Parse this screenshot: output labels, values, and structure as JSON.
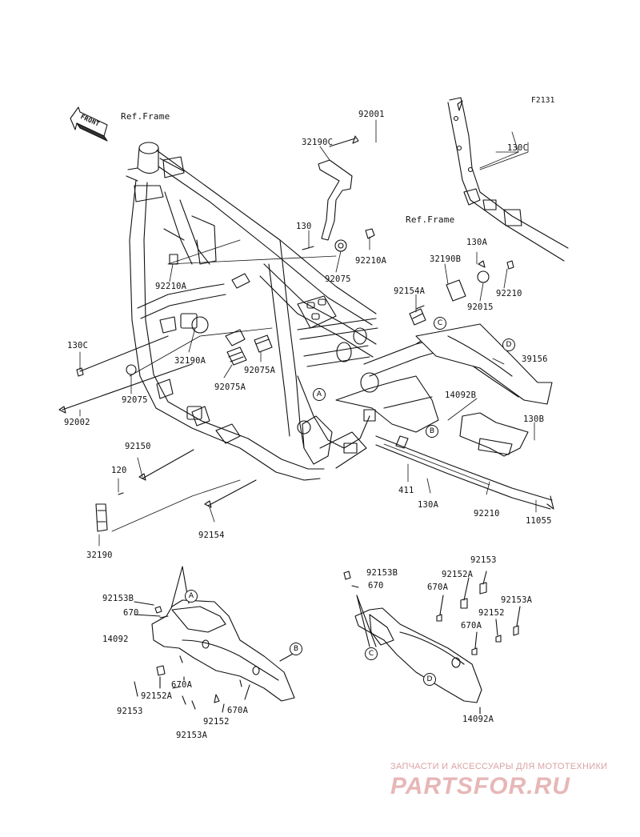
{
  "diagram_id": "F2131",
  "front_label": "FRONT",
  "labels": {
    "ref_frame_1": "Ref.Frame",
    "ref_frame_2": "Ref.Frame",
    "p92001": "92001",
    "p32190C": "32190C",
    "p130C_top": "130C",
    "p130": "130",
    "p92210A_top": "92210A",
    "p92075_top": "92075",
    "p130A_top": "130A",
    "p32190B": "32190B",
    "p92210_top": "92210",
    "p92015": "92015",
    "p92154A": "92154A",
    "p92210A_left": "92210A",
    "p130C_left": "130C",
    "p32190A": "32190A",
    "p92075A_1": "92075A",
    "p92075A_2": "92075A",
    "p92075_left": "92075",
    "p92002": "92002",
    "p39156": "39156",
    "p14092B": "14092B",
    "p130B": "130B",
    "p92150": "92150",
    "p120": "120",
    "p32190": "32190",
    "p92154": "92154",
    "p411": "411",
    "p130A_bottom": "130A",
    "p92210_bottom": "92210",
    "p11055": "11055",
    "p92153B_left": "92153B",
    "p670_left": "670",
    "p14092": "14092",
    "p670A_left": "670A",
    "p92152A_left": "92152A",
    "p92153": "92153",
    "p92153A_left": "92153A",
    "p92152_left": "92152",
    "p670A_left2": "670A",
    "p92153B_right": "92153B",
    "p670_right": "670",
    "p92152A_right": "92152A",
    "p92153_right": "92153",
    "p670A_right": "670A",
    "p92153A_right": "92153A",
    "p92152_right": "92152",
    "p670A_right2": "670A",
    "p14092A": "14092A"
  },
  "callouts": {
    "A": "A",
    "B": "B",
    "C": "C",
    "D": "D"
  },
  "watermark": {
    "tagline": "ЗАПЧАСТИ И АКСЕССУАРЫ ДЛЯ МОТОТЕХНИКИ",
    "brand": "PARTSFOR.RU"
  }
}
